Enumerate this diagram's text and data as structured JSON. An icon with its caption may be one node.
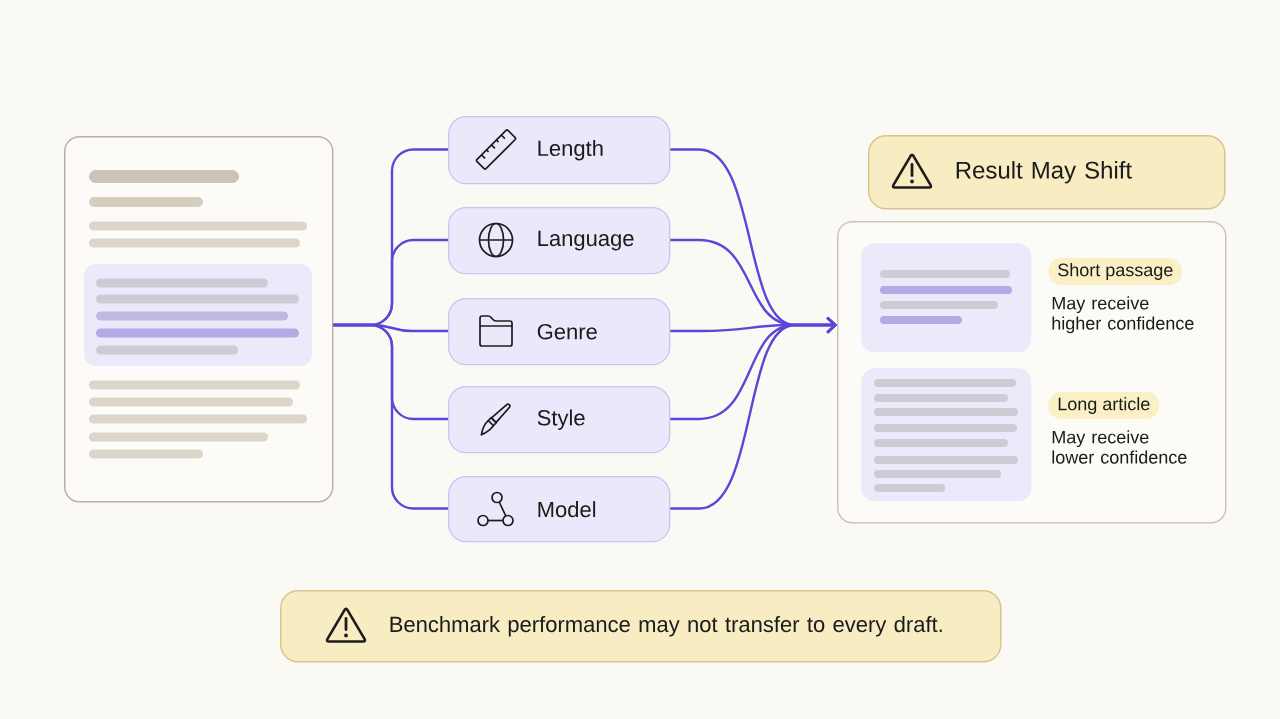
{
  "diagram": {
    "nodes": [
      {
        "text": [],
        "shape": "box"
      },
      {
        "text": [
          "Length"
        ]
      },
      {
        "text": [
          "Language"
        ]
      },
      {
        "text": [
          "Genre"
        ]
      },
      {
        "text": [
          "Style"
        ]
      },
      {
        "text": [
          "Model"
        ]
      },
      {
        "text": [
          "Result May Shift"
        ]
      },
      {
        "text": [],
        "shape": "box"
      },
      {
        "text": [],
        "shape": "box",
        "in": 7
      },
      {
        "text": [
          "Short passage"
        ],
        "in": 7,
        "beside": [
          "May receive higher confidence"
        ]
      },
      {
        "text": [],
        "shape": "box",
        "in": 7
      },
      {
        "text": [
          "Long article"
        ],
        "in": 7,
        "beside": [
          "May receive lower confidence"
        ]
      },
      {
        "text": [
          "Benchmark performance may not transfer to every draft."
        ]
      }
    ],
    "edges": [
      {
        "from": 0,
        "to": 1,
        "arrow": "none"
      },
      {
        "from": 0,
        "to": 2,
        "arrow": "none"
      },
      {
        "from": 0,
        "to": 3,
        "arrow": "none"
      },
      {
        "from": 0,
        "to": 4,
        "arrow": "none"
      },
      {
        "from": 0,
        "to": 5,
        "arrow": "none"
      },
      {
        "from": 1,
        "to": 7,
        "arrow": "to"
      },
      {
        "from": 2,
        "to": 7,
        "arrow": "to"
      },
      {
        "from": 3,
        "to": 7,
        "arrow": "to"
      },
      {
        "from": 4,
        "to": 7,
        "arrow": "to"
      },
      {
        "from": 5,
        "to": 7,
        "arrow": "to"
      }
    ]
  }
}
